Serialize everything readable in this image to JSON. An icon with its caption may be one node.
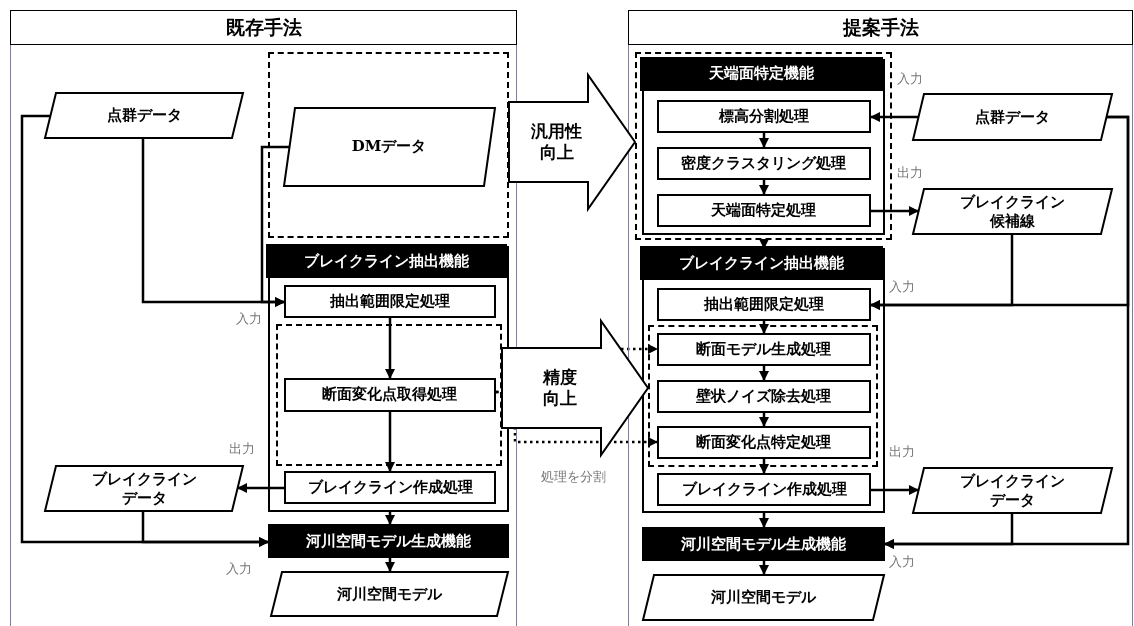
{
  "diagram": {
    "nodes": [
      {
        "text": [
          "既存手法"
        ]
      },
      {
        "text": [
          "点群データ"
        ],
        "in": 0
      },
      {
        "text": [],
        "shape": "box",
        "in": 0
      },
      {
        "text": [
          "DMデータ"
        ],
        "in": 2
      },
      {
        "text": [],
        "shape": "box",
        "in": 0
      },
      {
        "text": [
          "ブレイクライン抽出機能"
        ],
        "in": 4
      },
      {
        "text": [
          "抽出範囲限定処理"
        ],
        "in": 4
      },
      {
        "text": [],
        "shape": "box",
        "in": 4
      },
      {
        "text": [
          "断面変化点取得処理"
        ],
        "in": 7
      },
      {
        "text": [
          "ブレイクライン作成処理"
        ],
        "in": 4
      },
      {
        "text": [
          "ブレイクラインデータ"
        ],
        "in": 0
      },
      {
        "text": [
          "河川空間モデル生成機能"
        ],
        "in": 0
      },
      {
        "text": [
          "河川空間モデル"
        ],
        "in": 0
      },
      {
        "text": [
          "提案手法"
        ]
      },
      {
        "text": [],
        "shape": "box",
        "in": 13
      },
      {
        "text": [],
        "shape": "box",
        "in": 14
      },
      {
        "text": [
          "天端面特定機能"
        ],
        "in": 15
      },
      {
        "text": [
          "標高分割処理"
        ],
        "in": 15
      },
      {
        "text": [
          "密度クラスタリング処理"
        ],
        "in": 15
      },
      {
        "text": [
          "天端面特定処理"
        ],
        "in": 15
      },
      {
        "text": [
          "点群データ"
        ],
        "in": 13
      },
      {
        "text": [
          "ブレイクライン候補線"
        ],
        "in": 13
      },
      {
        "text": [],
        "shape": "box",
        "in": 13
      },
      {
        "text": [
          "ブレイクライン抽出機能"
        ],
        "in": 22
      },
      {
        "text": [
          "抽出範囲限定処理"
        ],
        "in": 22
      },
      {
        "text": [],
        "shape": "box",
        "in": 22
      },
      {
        "text": [
          "断面モデル生成処理"
        ],
        "in": 25
      },
      {
        "text": [
          "壁状ノイズ除去処理"
        ],
        "in": 25
      },
      {
        "text": [
          "断面変化点特定処理"
        ],
        "in": 25
      },
      {
        "text": [
          "ブレイクライン作成処理"
        ],
        "in": 22
      },
      {
        "text": [
          "ブレイクラインデータ"
        ],
        "in": 13
      },
      {
        "text": [
          "河川空間モデル生成機能"
        ],
        "in": 13
      },
      {
        "text": [
          "河川空間モデル"
        ],
        "in": 13
      }
    ],
    "edges": [
      {
        "from": 1,
        "to": 6,
        "arrow": "to"
      },
      {
        "from": 3,
        "to": 6,
        "arrow": "to"
      },
      {
        "from": 6,
        "to": 8,
        "arrow": "to"
      },
      {
        "from": 8,
        "to": 9,
        "arrow": "to"
      },
      {
        "from": 9,
        "to": 10,
        "arrow": "to"
      },
      {
        "from": 4,
        "to": 11,
        "arrow": "to"
      },
      {
        "from": 1,
        "to": 11,
        "arrow": "to"
      },
      {
        "from": 10,
        "to": 11,
        "arrow": "to"
      },
      {
        "from": 11,
        "to": 12,
        "arrow": "to"
      },
      {
        "from": 8,
        "to": 26,
        "arrow": "to",
        "style": "dashed"
      },
      {
        "from": 8,
        "to": 28,
        "arrow": "to",
        "style": "dashed"
      },
      {
        "from": 20,
        "to": 17,
        "arrow": "to"
      },
      {
        "from": 17,
        "to": 18,
        "arrow": "to"
      },
      {
        "from": 18,
        "to": 19,
        "arrow": "to"
      },
      {
        "from": 19,
        "to": 21,
        "arrow": "to"
      },
      {
        "from": 14,
        "to": 22,
        "arrow": "to"
      },
      {
        "from": 21,
        "to": 24,
        "arrow": "to"
      },
      {
        "from": 20,
        "to": 24,
        "arrow": "to"
      },
      {
        "from": 24,
        "to": 26,
        "arrow": "to"
      },
      {
        "from": 26,
        "to": 27,
        "arrow": "to"
      },
      {
        "from": 27,
        "to": 28,
        "arrow": "to"
      },
      {
        "from": 28,
        "to": 29,
        "arrow": "to"
      },
      {
        "from": 29,
        "to": 30,
        "arrow": "to"
      },
      {
        "from": 22,
        "to": 31,
        "arrow": "to"
      },
      {
        "from": 30,
        "to": 31,
        "arrow": "to"
      },
      {
        "from": 20,
        "to": 31,
        "arrow": "to"
      },
      {
        "from": 31,
        "to": 32,
        "arrow": "to"
      },
      {
        "from": 2,
        "to": 14,
        "arrow": "to",
        "style": "thick",
        "label": "汎用性向上"
      },
      {
        "from": 7,
        "to": 25,
        "arrow": "to",
        "style": "thick",
        "label": "精度向上"
      }
    ],
    "labels": [
      "入力",
      "出力",
      "入力",
      "処理を分割",
      "入力",
      "出力",
      "入力",
      "出力",
      "入力"
    ]
  }
}
